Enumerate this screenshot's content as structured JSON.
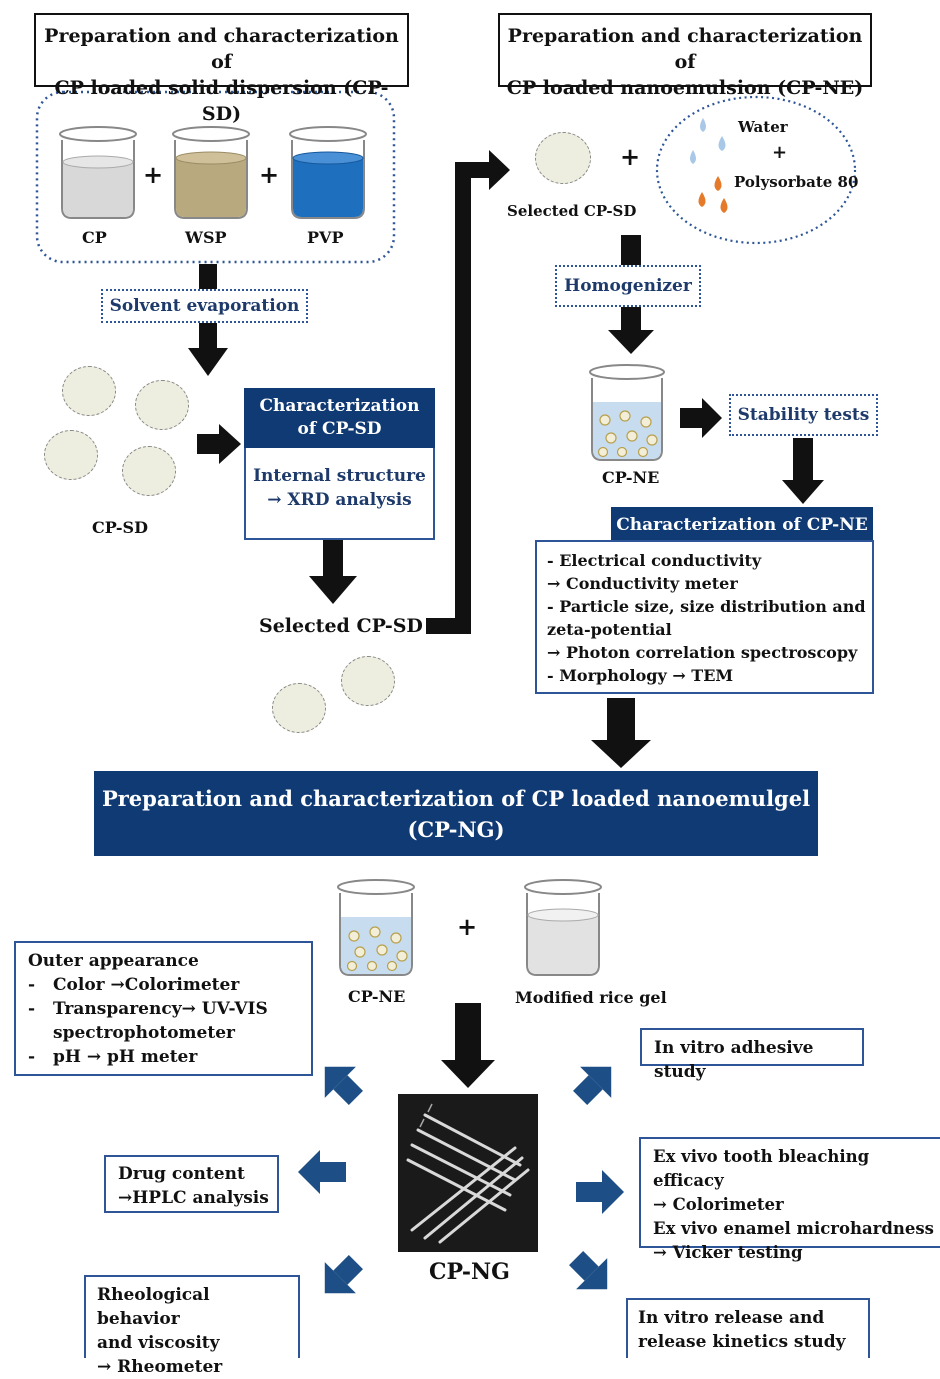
{
  "sd_header": "Preparation and characterization  of\nCP loaded solid dispersion (CP-SD)",
  "ne_header": "Preparation and characterization  of\nCP loaded nanoemulsion (CP-NE)",
  "beakers_top": {
    "cp": "CP",
    "wsp": "WSP",
    "pvp": "PVP",
    "plus": "+"
  },
  "solvent_evaporation": "Solvent evaporation",
  "cpsd_label": "CP-SD",
  "char_sd": {
    "title": "Characterization\nof CP-SD",
    "body": "Internal structure\n→ XRD analysis"
  },
  "selected_cpsd_small": "Selected CP-SD",
  "selected_cpsd_big": "Selected CP-SD",
  "water_ellipse": {
    "water": "Water",
    "plus": "+",
    "polysorbate": "Polysorbate 80"
  },
  "homogenizer": "Homogenizer",
  "cpne_label": "CP-NE",
  "stability_tests": "Stability tests",
  "char_ne": {
    "title": "Characterization of CP-NE",
    "body": "- Electrical conductivity\n→ Conductivity meter\n- Particle size, size distribution and\nzeta-potential\n→ Photon correlation spectroscopy\n- Morphology → TEM"
  },
  "ng_banner": "Preparation  and characterization  of CP loaded nanoemulgel\n(CP-NG)",
  "bottom": {
    "cpne": "CP-NE",
    "rice_gel": "Modified rice gel",
    "plus": "+",
    "cpng": "CP-NG"
  },
  "outer_appearance": {
    "title": "Outer appearance",
    "items": [
      {
        "dash": "-",
        "text": "Color →Colorimeter"
      },
      {
        "dash": "-",
        "text": "Transparency→  UV-VIS\nspectrophotometer"
      },
      {
        "dash": "-",
        "text": "pH → pH meter"
      }
    ]
  },
  "drug_content": "Drug content\n→HPLC analysis",
  "rheology": "Rheological behavior\nand viscosity\n→ Rheometer",
  "adhesive": "In vitro adhesive study",
  "ex_vivo": "Ex vivo tooth bleaching efficacy\n→ Colorimeter\nEx vivo enamel microhardness\n→ Vicker testing",
  "release": "In vitro release and\nrelease kinetics study",
  "colors": {
    "navy": "#103a73",
    "arrow_blue": "#1d4f86",
    "dotted_blue": "#2e5597",
    "cp_liquid": "#d8d8d8",
    "wsp_liquid": "#b9a97e",
    "pvp_liquid": "#1f6fbf",
    "ne_liquid": "#c8dcef",
    "droplet_blue": "#a9c8e8",
    "droplet_orange": "#e47a2a"
  }
}
